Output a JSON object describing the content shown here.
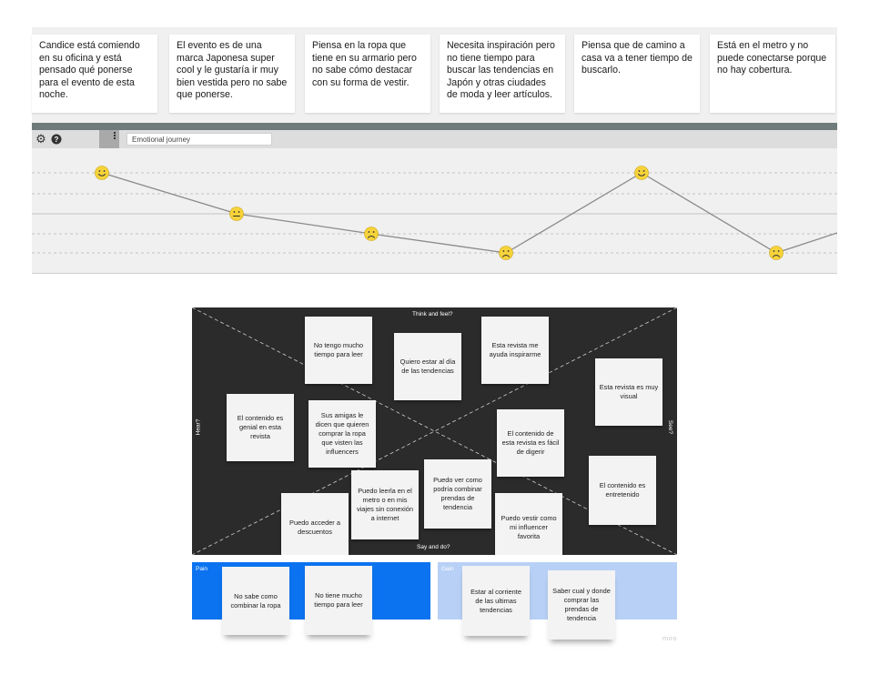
{
  "journey": {
    "scenarios": [
      "Candice está comiendo en su oficina y está pensado qué ponerse para el evento de esta noche.",
      "El evento es de una marca Japonesa super cool y le gustaría ir muy bien vestida pero no sabe que ponerse.",
      "Piensa en la ropa que tiene en su armario pero no sabe cómo destacar con su forma de vestir.",
      "Necesita inspiración pero no tiene tiempo para buscar las tendencias en Japón y otras ciudades de moda y leer artículos.",
      "Piensa que de camino a casa va a tener tiempo de buscarlo.",
      "Está en el metro y no puede conectarse porque no hay cobertura."
    ],
    "toolbar": {
      "settings_icon": "gear-icon",
      "help_icon": "help-icon",
      "title_value": "Emotional journey"
    },
    "emotions": [
      "happy",
      "neutral",
      "sad",
      "very-sad",
      "happy",
      "very-sad"
    ],
    "emotion_levels": [
      4,
      3,
      2,
      1,
      4,
      1
    ],
    "colors": {
      "line": "#8a8a8a",
      "face": "#f6d33a",
      "face_stroke": "#c9a10a",
      "gridline": "#b5b5b5"
    }
  },
  "empathy_map": {
    "labels": {
      "top": "Think and feel?",
      "bottom": "Say and do?",
      "left": "Hear?",
      "right": "See?"
    },
    "notes": [
      "No tengo mucho tiempo para leer",
      "Quiero estar al día de las tendencias",
      "Esta revista me ayuda inspirarme",
      "Esta revista es muy visual",
      "El contenido es genial en esta revista",
      "Sus amigas le dicen que quieren comprar la ropa que visten las influencers",
      "El contenido de esta revista es fácil de digerir",
      "El contenido es entretenido",
      "Puedo leerla en el metro o en mis viajes sin conexión  a internet",
      "Puedo ver como podría combinar prendas de tendencia",
      "Puedo acceder a descuentos",
      "Puedo vestir como mi influencer favorita"
    ],
    "colors": {
      "background": "#2b2b2b",
      "sticky": "#f3f3f3"
    }
  },
  "pain": {
    "label": "Pain",
    "notes": [
      "No sabe como combinar la ropa",
      "No tiene mucho tiempo para leer"
    ],
    "color": "#0b73f0"
  },
  "gain": {
    "label": "Gain",
    "notes": [
      "Estar al corriente de las ultimas tendencias",
      "Saber cual y donde comprar las prendas de tendencia"
    ],
    "color": "#b8d0f5"
  },
  "watermark": "miro"
}
